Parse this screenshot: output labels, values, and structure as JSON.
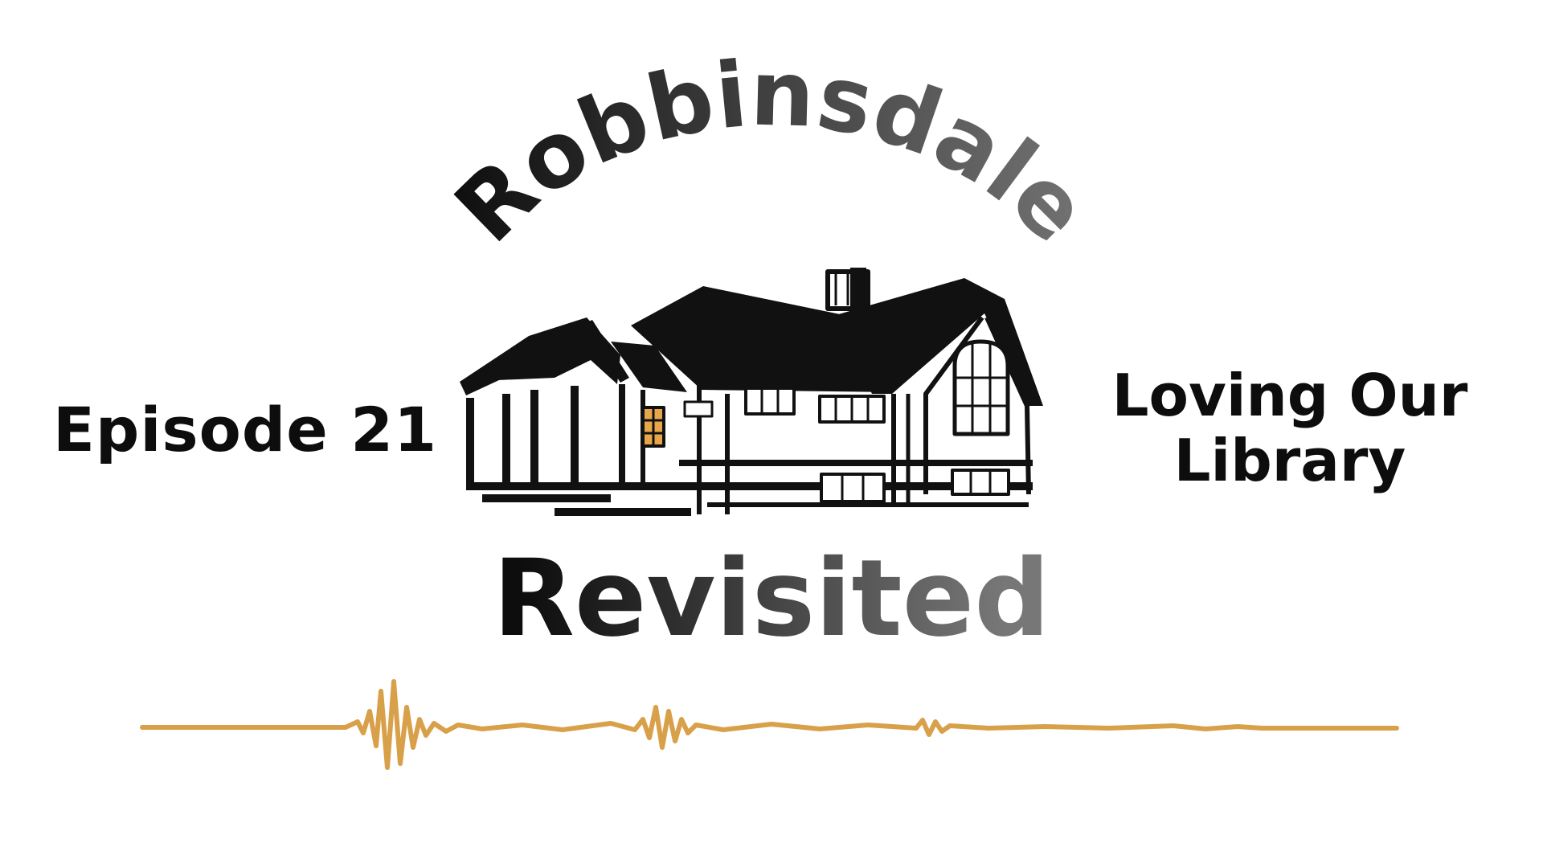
{
  "episode_label": "Episode 21",
  "title_top": "Robbinsdale",
  "title_bottom": "Revisited",
  "subtitle_line1": "Loving Our",
  "subtitle_line2": "Library",
  "colors": {
    "text_dark": "#0d0d0d",
    "text_gradient_end": "#707070",
    "house_black": "#111111",
    "window_orange": "#e8a64a",
    "waveform_gold": "#d9a04a"
  },
  "icons": {
    "logo_house": "house-illustration",
    "waveform": "audio-waveform-icon"
  }
}
